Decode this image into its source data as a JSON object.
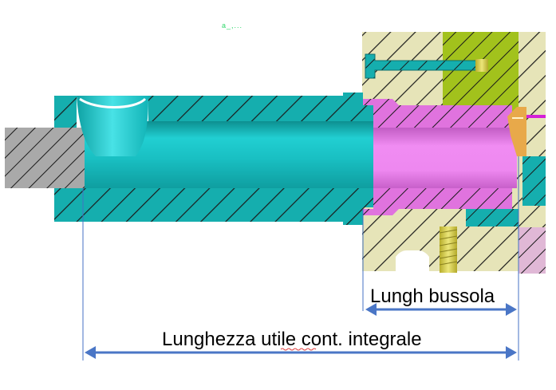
{
  "labels": {
    "bush_length": "Lungh bussola",
    "useful_length": "Lunghezza utile cont. integrale",
    "stray_mark": "a_,..."
  },
  "colors": {
    "teal_body": "#15aeae",
    "teal_bore": "#17c4c7",
    "gray_shaft": "#a9a9a9",
    "magenta_bush": "#ef7ef1",
    "magenta_section": "#e073de",
    "khaki_plate": "#e6e4b8",
    "lime_block": "#a2c21c",
    "pink_plate": "#e0b8d6",
    "orange_screw": "#e8a94a",
    "yellow_screw": "#cfc64a",
    "dimension_line": "#4472c4",
    "arrow": "#4a76c6",
    "hatch": "#1a1a1a",
    "underline": "#e04040"
  },
  "icons": {
    "arrow_bush": "double-headed-arrow-icon",
    "arrow_useful": "double-headed-arrow-icon"
  }
}
